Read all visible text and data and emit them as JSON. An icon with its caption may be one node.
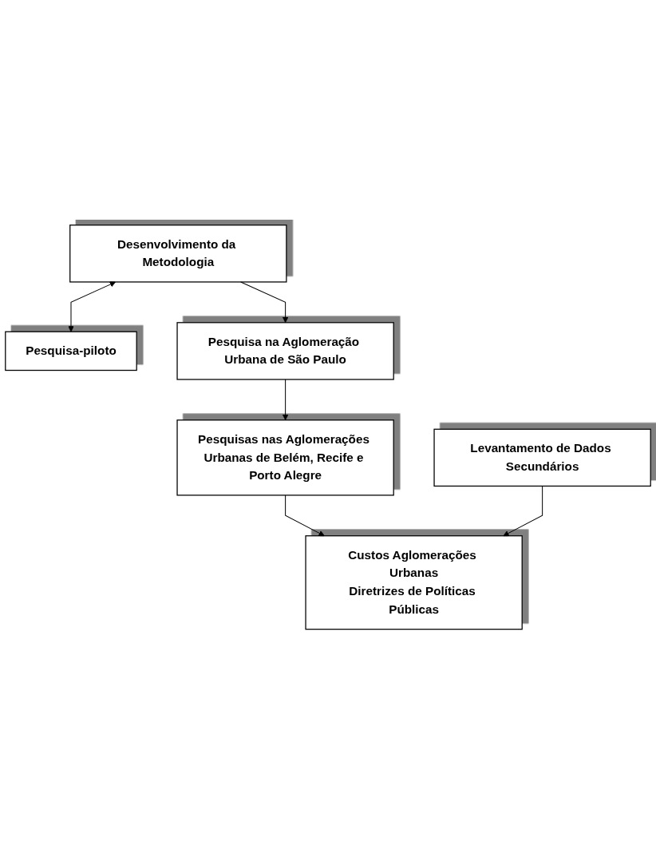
{
  "diagram": {
    "nodes": [
      {
        "text": [
          "Desenvolvimento da Metodologia"
        ]
      },
      {
        "text": [
          "Pesquisa-piloto"
        ]
      },
      {
        "text": [
          "Pesquisa na Aglomeração Urbana de São Paulo"
        ]
      },
      {
        "text": [
          "Pesquisas nas Aglomerações Urbanas de Belém, Recife e Porto Alegre"
        ]
      },
      {
        "text": [
          "Levantamento de Dados Secundários"
        ]
      },
      {
        "text": [
          "Custos Aglomerações Urbanas",
          "Diretrizes de Políticas Públicas"
        ]
      }
    ],
    "edges": [
      {
        "from": 0,
        "to": 1,
        "arrow": "both"
      },
      {
        "from": 0,
        "to": 2,
        "arrow": "to"
      },
      {
        "from": 2,
        "to": 3,
        "arrow": "to"
      },
      {
        "from": 3,
        "to": 5,
        "arrow": "to"
      },
      {
        "from": 4,
        "to": 5,
        "arrow": "to"
      }
    ]
  }
}
